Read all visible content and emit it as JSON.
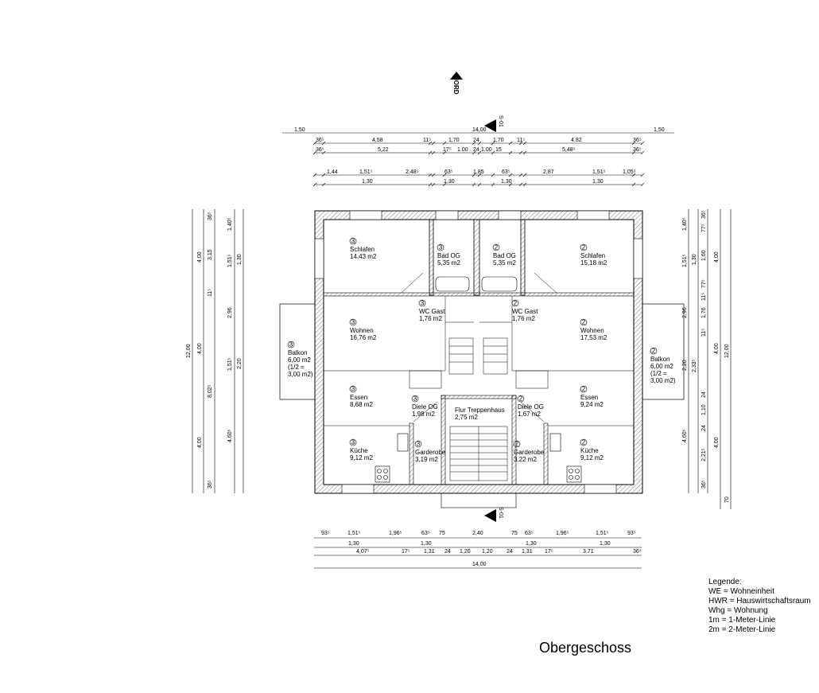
{
  "north_label": "NORD",
  "section_label": "S-01",
  "legend": {
    "title": "Legende:",
    "items": [
      "WE = Wohneinheit",
      "HWR = Hauswirtschaftsraum",
      "Whg = Wohnung",
      "1m = 1-Meter-Linie",
      "2m = 2-Meter-Linie"
    ]
  },
  "floor_title": "Obergeschoss",
  "rooms": [
    {
      "unit": "3",
      "name": "Schlafen",
      "area": "14,43 m2"
    },
    {
      "unit": "3",
      "name": "Bad OG",
      "area": "5,35 m2"
    },
    {
      "unit": "2",
      "name": "Bad OG",
      "area": "5,35 m2"
    },
    {
      "unit": "2",
      "name": "Schlafen",
      "area": "15,18 m2"
    },
    {
      "unit": "3",
      "name": "WC Gast",
      "area": "1,76 m2"
    },
    {
      "unit": "2",
      "name": "WC Gast",
      "area": "1,76 m2"
    },
    {
      "unit": "3",
      "name": "Wohnen",
      "area": "16,76 m2"
    },
    {
      "unit": "2",
      "name": "Wohnen",
      "area": "17,53 m2"
    },
    {
      "unit": "3",
      "name": "Essen",
      "area": "8,68 m2"
    },
    {
      "unit": "2",
      "name": "Essen",
      "area": "9,24 m2"
    },
    {
      "unit": "3",
      "name": "Diele OG",
      "area": "1,98 m2"
    },
    {
      "unit": "",
      "name": "Flur Treppenhaus",
      "area": "2,75 m2"
    },
    {
      "unit": "2",
      "name": "Diele OG",
      "area": "1,67 m2"
    },
    {
      "unit": "3",
      "name": "Küche",
      "area": "9,12 m2"
    },
    {
      "unit": "3",
      "name": "Garderobe",
      "area": "3,19 m2"
    },
    {
      "unit": "2",
      "name": "Garderobe",
      "area": "3,22 m2"
    },
    {
      "unit": "2",
      "name": "Küche",
      "area": "9,12 m2"
    },
    {
      "unit": "3",
      "name": "Balkon",
      "area": "6,00 m2",
      "note1": "(1/2 =",
      "note2": "3,00 m2)"
    },
    {
      "unit": "2",
      "name": "Balkon",
      "area": "6,00 m2",
      "note1": "(1/2 =",
      "note2": "3,00 m2)"
    }
  ],
  "dimensions": {
    "top_row1": [
      "1,50",
      "14,00",
      "1,50"
    ],
    "top_row2": [
      "36⁵",
      "4,58",
      "11⁵",
      "1,70",
      "24",
      "1,70",
      "11⁵",
      "4,82",
      "36⁵"
    ],
    "top_row3": [
      "36⁵",
      "5,22",
      "17⁵",
      "1.00",
      "24",
      "1.00",
      "15",
      "5,48⁵",
      "36⁵"
    ],
    "top_row4": [
      "1,44",
      "1,51⁵",
      "2,48⁵",
      "63⁵",
      "1,85",
      "63⁵",
      "2,87",
      "1,51⁵",
      "1,05⁵"
    ],
    "top_row5": [
      "1,30",
      "1,30",
      "1,30",
      "1,30"
    ],
    "bottom_row1": [
      "93⁵",
      "1,51⁵",
      "1,96⁵",
      "63⁵",
      "75",
      "2,40",
      "75",
      "63⁵",
      "1,96⁵",
      "1,51⁵",
      "93⁵"
    ],
    "bottom_row2": [
      "1,30",
      "1,30",
      "1,30",
      "1,30"
    ],
    "bottom_row3": [
      "4,07⁵",
      "17⁵",
      "1,31",
      "24",
      "1,20",
      "1,20",
      "24",
      "1,31",
      "17⁵",
      "3.71",
      "36⁵"
    ],
    "bottom_row4": [
      "14,00"
    ],
    "left_outer": [
      "12,00"
    ],
    "left_col2": [
      "4,00",
      "4,00",
      "4,00"
    ],
    "left_col3": [
      "36⁵",
      "3,15",
      "11⁵",
      "8,02⁵",
      "36⁵"
    ],
    "left_col4": [
      "1,40⁵",
      "1,51⁵",
      "2,96",
      "1,51⁵",
      "4,60⁵"
    ],
    "left_col5": [
      "1,30",
      "2,20"
    ],
    "right_col1": [
      "1,40⁵",
      "1,51⁵",
      "2,96",
      "2,20",
      "4,60⁵"
    ],
    "right_col2": [
      "1,30",
      "2,33⁵"
    ],
    "right_col3": [
      "36⁵",
      "77⁵",
      "1,60",
      "77⁵",
      "11⁵",
      "1,76",
      "11⁵",
      "24",
      "1,10",
      "24",
      "2,21⁵",
      "36⁵"
    ],
    "right_col4": [
      "4,00",
      "4,00",
      "4,00"
    ],
    "right_outer": [
      "12,00"
    ],
    "right_extra": [
      "70"
    ]
  }
}
